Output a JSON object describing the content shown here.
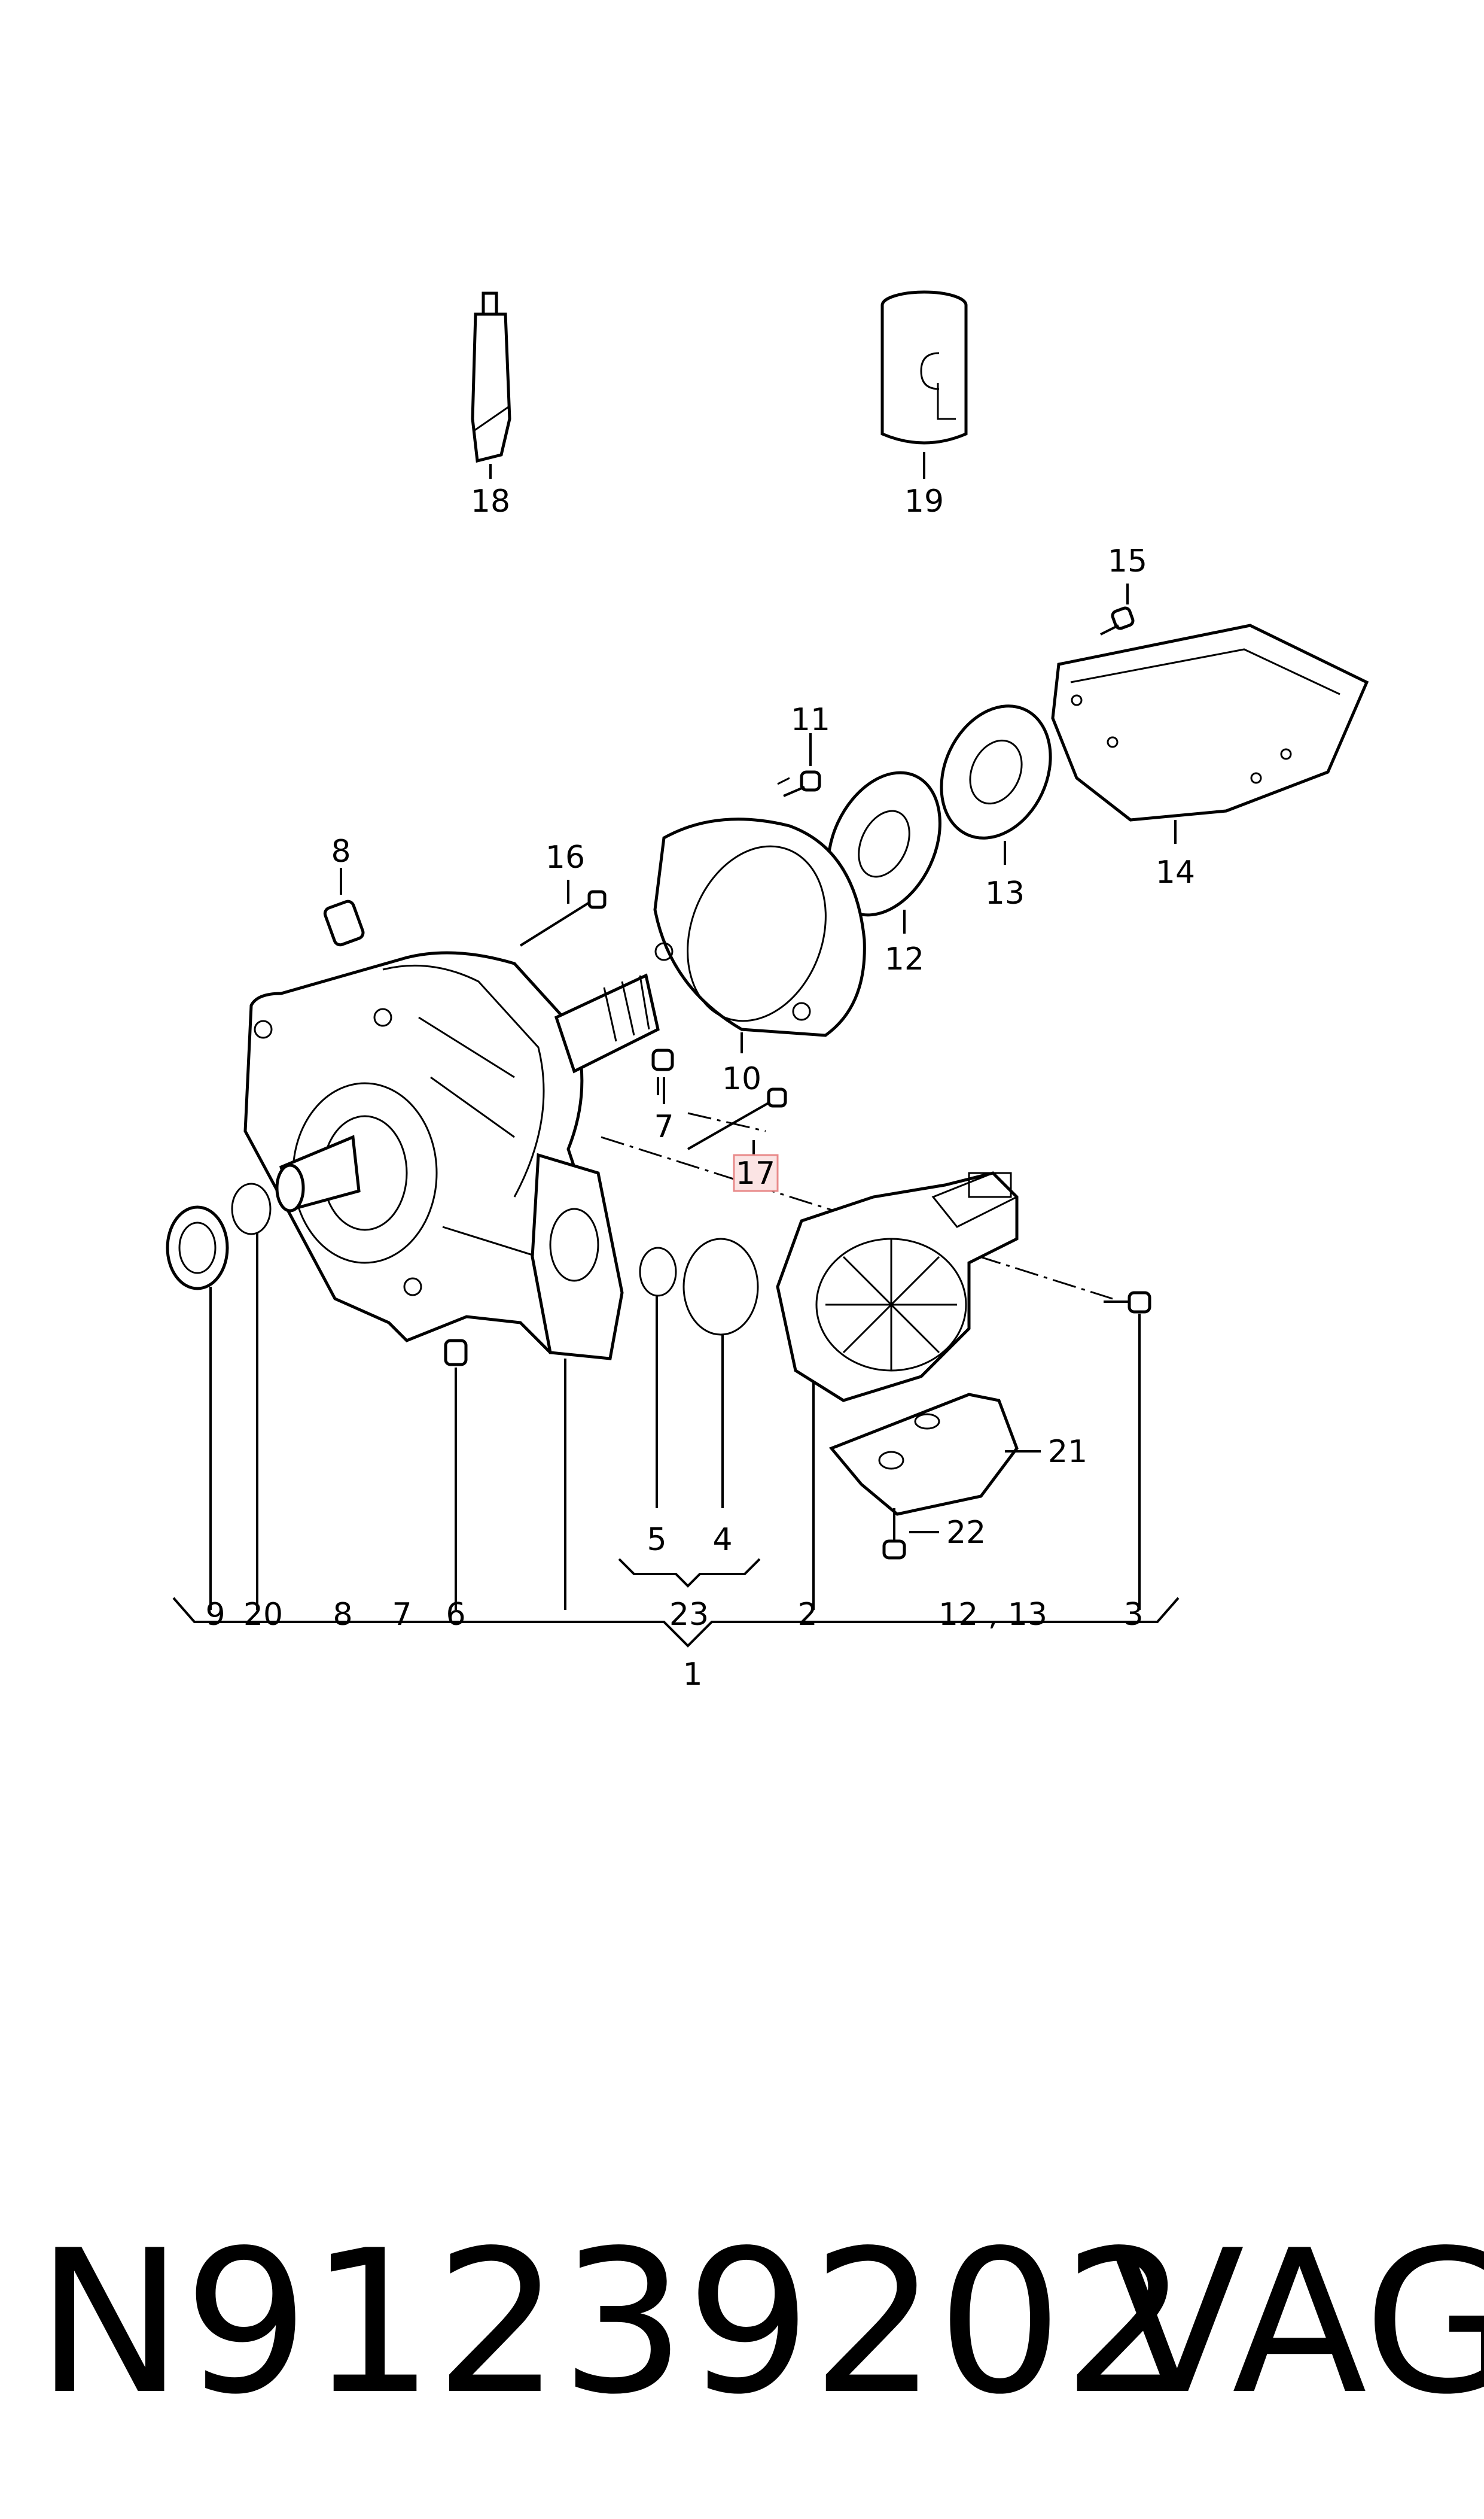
{
  "callouts": {
    "c1": "1",
    "c2": "2",
    "c3": "3",
    "c4": "4",
    "c5": "5",
    "c6": "6",
    "c7": "7",
    "c8": "8",
    "c9": "9",
    "c10": "10",
    "c11": "11",
    "c12": "12",
    "c13": "13",
    "c14": "14",
    "c15": "15",
    "c16": "16",
    "c17": "17",
    "c18": "18",
    "c19": "19",
    "c20": "20",
    "c21": "21",
    "c22": "22",
    "c23": "23"
  },
  "assembly_row": {
    "i9": "9",
    "i20": "20",
    "i8": "8",
    "i7": "7",
    "i6": "6",
    "i23": "23",
    "i2": "2",
    "i12_13": "12 , 13",
    "i3": "3"
  },
  "highlight_color": "#e88a8a",
  "footer": {
    "part_number": "N91239202",
    "brand": "VAG"
  }
}
